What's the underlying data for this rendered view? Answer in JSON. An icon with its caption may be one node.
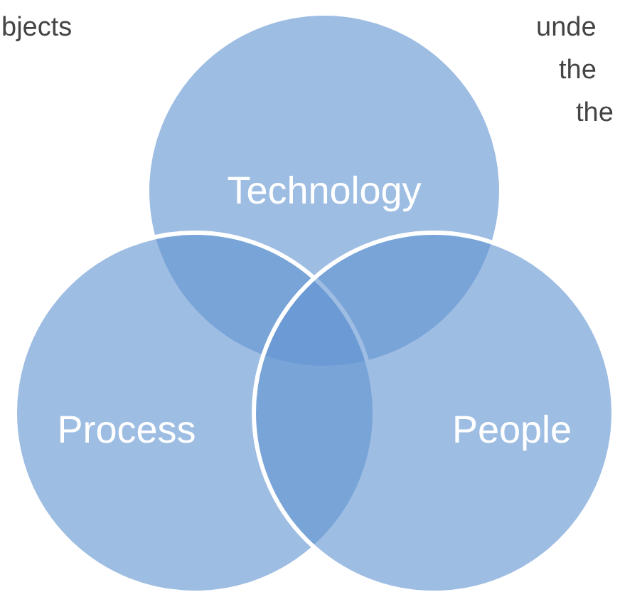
{
  "diagram": {
    "nodes": [
      {
        "text": [
          "Technology"
        ]
      },
      {
        "text": [
          "Process"
        ]
      },
      {
        "text": [
          "People"
        ]
      }
    ],
    "labels": [
      "bjects",
      "unde",
      "the",
      "the"
    ]
  }
}
